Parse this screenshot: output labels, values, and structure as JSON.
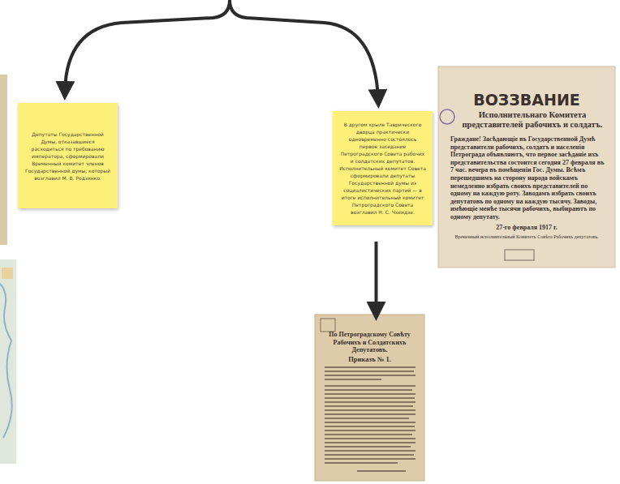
{
  "diagram": {
    "nodes": [
      {
        "text": [
          "Депутаты Государственной Думы, отказавшиеся расходиться по требованию императора, сформировали Временный комитет членов Государственной думы, который возглавил М. В. Родзянко."
        ]
      },
      {
        "text": [
          "В другом крыле Таврического дворца практически одновременно состоялось первое заседание Петроградского Совета рабочих и солдатских депутатов. Исполнительный комитет Совета сформировали депутаты Государственной думы из социалистических партий — в итоге исполнительный комитет Петроградского Совета возглавил Н. С. Чхеидзе."
        ]
      },
      {
        "text": [
          "ВОЗЗВАНИЕ",
          "Исполнительнаго Комитета представителей рабочихъ и солдатъ.",
          "Граждане! Засѣдающіе въ Государственной Думѣ представители рабочихъ, солдатъ и населенія Петрограда объявляютъ, что первое засѣданіе ихъ представительства состоится сегодня 27 февраля въ 7 час. вечера въ помѣщеніи Гос. Думы. Всѣмъ перешедшимъ на сторону народа войскамъ немедленно избрать своихъ представителей по одному на каждую роту. Заводамъ избрать своихъ депутатовъ по одному на каждую тысячу. Заводы, имѣющіе менѣе тысячи рабочихъ, выбираютъ по одному депутату.",
          "27-го февраля 1917 г.",
          "Временный исполнительный Комитетъ Совѣта Рабочихъ депутатовъ."
        ]
      },
      {
        "text": [
          "По Петроградскому Совѣту Рабочихъ и Солдатскихъ Депутатовъ.",
          "Приказъ № 1."
        ]
      }
    ],
    "edges": [
      {
        "from": 1,
        "to": 3,
        "arrow": "to"
      }
    ]
  }
}
